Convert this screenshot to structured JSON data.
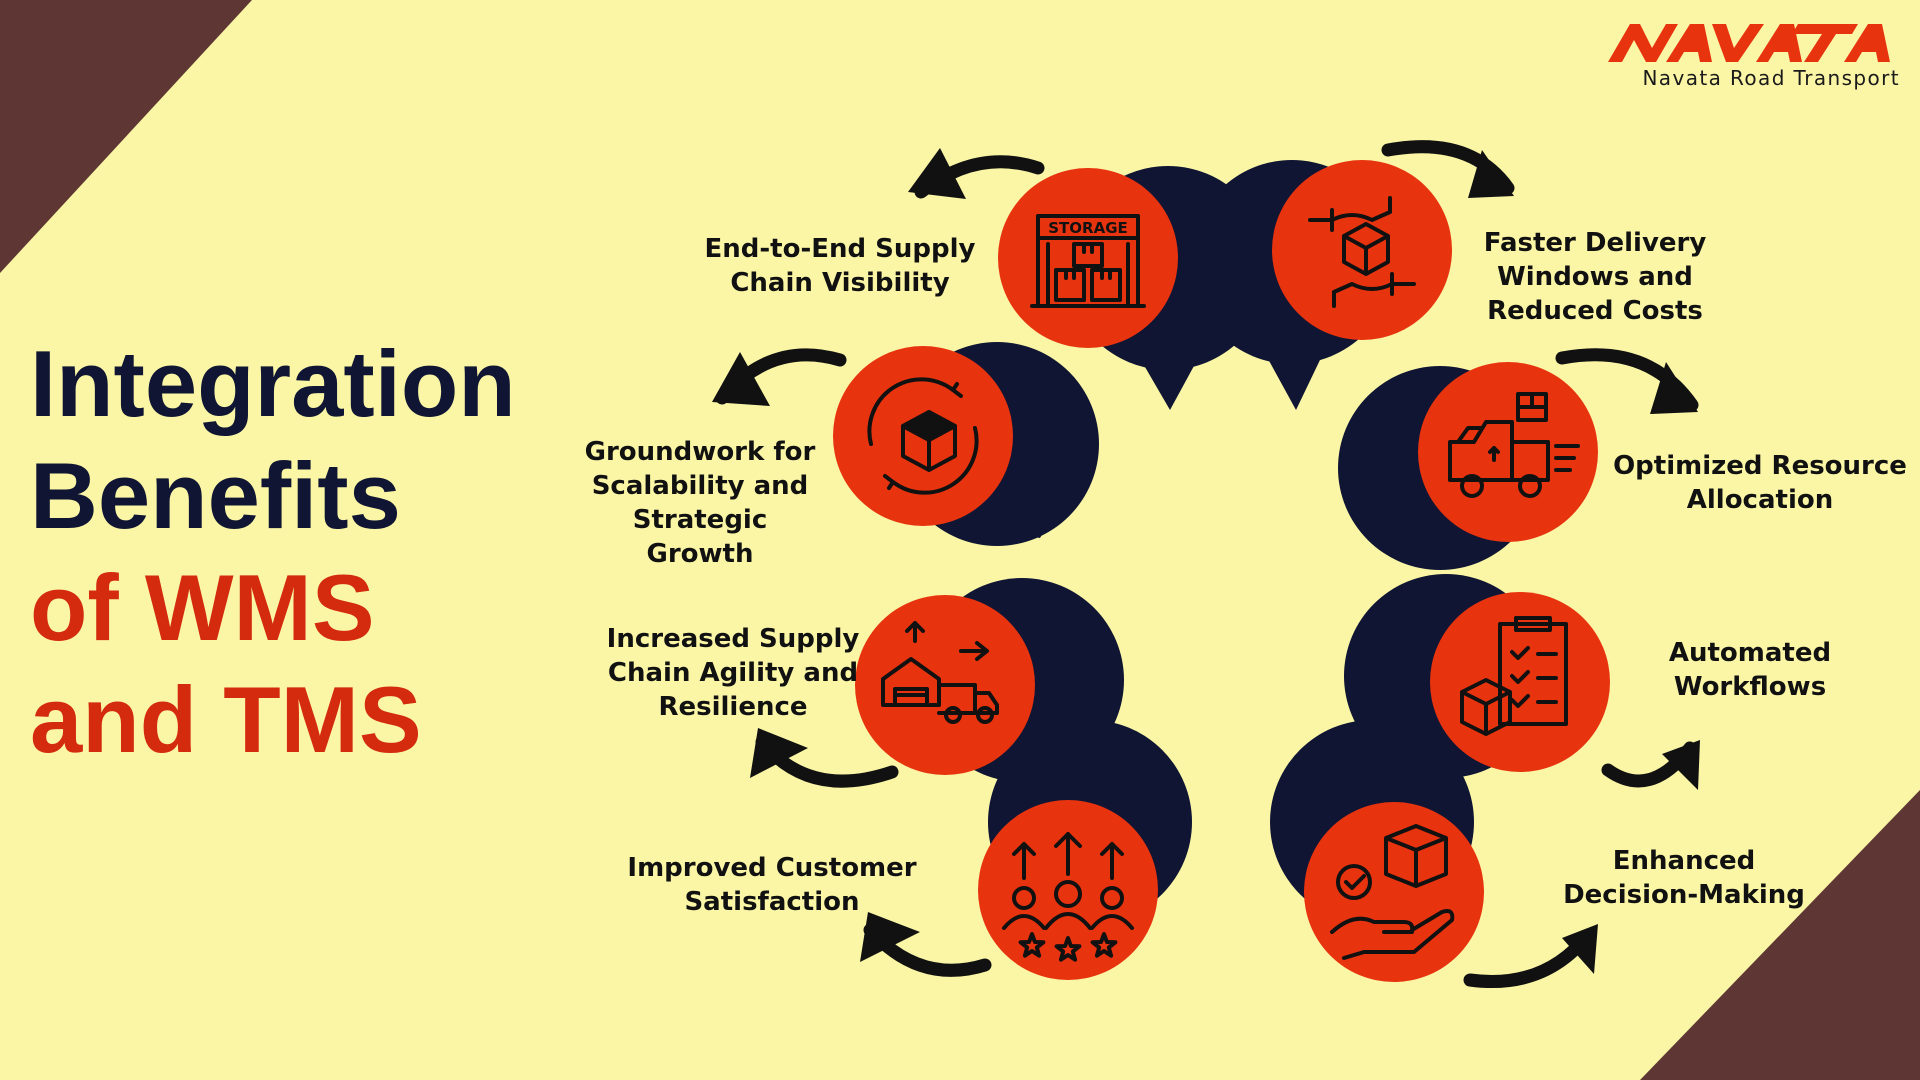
{
  "brand": {
    "logo_text": "NAVATA",
    "tagline": "Navata Road Transport"
  },
  "title": {
    "line1": "Integration",
    "line2": "Benefits",
    "line3": "of WMS",
    "line4": "and TMS"
  },
  "colors": {
    "background": "#FAF6A6",
    "corner": "#5E3633",
    "circle": "#E8330F",
    "shadow": "#0F1533",
    "accent_text": "#D42A0E",
    "dark_text": "#0F1533"
  },
  "benefits": [
    {
      "label": "End-to-End Supply\nChain Visibility",
      "icon": "storage-warehouse-icon",
      "icon_text": "STORAGE"
    },
    {
      "label": "Faster Delivery\nWindows and\nReduced Costs",
      "icon": "hands-box-icon"
    },
    {
      "label": "Groundwork for\nScalability and\nStrategic\nGrowth",
      "icon": "box-cycle-icon"
    },
    {
      "label": "Optimized Resource\nAllocation",
      "icon": "delivery-truck-icon"
    },
    {
      "label": "Increased Supply\nChain Agility and\nResilience",
      "icon": "warehouse-truck-icon"
    },
    {
      "label": "Automated\nWorkflows",
      "icon": "checklist-clipboard-icon"
    },
    {
      "label": "Improved Customer\nSatisfaction",
      "icon": "customers-rating-icon"
    },
    {
      "label": "Enhanced\nDecision-Making",
      "icon": "hand-package-check-icon"
    }
  ]
}
